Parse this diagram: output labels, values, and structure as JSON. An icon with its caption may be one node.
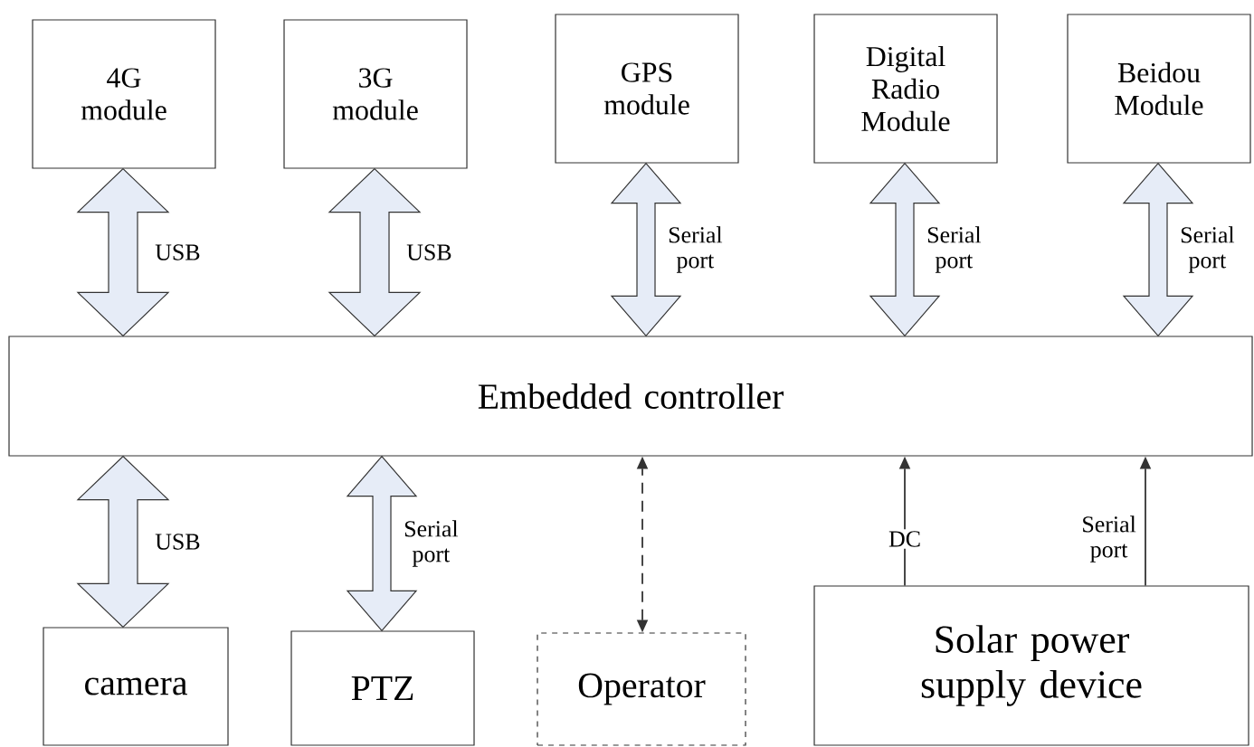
{
  "diagram": {
    "nodes": [
      {
        "text": [
          "4G module"
        ]
      },
      {
        "text": [
          "3G module"
        ]
      },
      {
        "text": [
          "GPS module"
        ]
      },
      {
        "text": [
          "Digital Radio Module"
        ]
      },
      {
        "text": [
          "Beidou Module"
        ]
      },
      {
        "text": [
          "Embedded controller"
        ]
      },
      {
        "text": [
          "camera"
        ]
      },
      {
        "text": [
          "PTZ"
        ]
      },
      {
        "text": [
          "Operator"
        ]
      },
      {
        "text": [
          "Solar power supply device"
        ]
      }
    ],
    "edges": [
      {
        "from": 0,
        "to": 5,
        "arrow": "both",
        "label": "USB",
        "style": "thick"
      },
      {
        "from": 1,
        "to": 5,
        "arrow": "both",
        "label": "USB",
        "style": "thick"
      },
      {
        "from": 2,
        "to": 5,
        "arrow": "both",
        "label": "Serial port",
        "style": "thick"
      },
      {
        "from": 3,
        "to": 5,
        "arrow": "both",
        "label": "Serial port",
        "style": "thick"
      },
      {
        "from": 4,
        "to": 5,
        "arrow": "both",
        "label": "Serial port",
        "style": "thick"
      },
      {
        "from": 6,
        "to": 5,
        "arrow": "both",
        "label": "USB",
        "style": "thick"
      },
      {
        "from": 7,
        "to": 5,
        "arrow": "both",
        "label": "Serial port",
        "style": "thick"
      },
      {
        "from": 8,
        "to": 5,
        "arrow": "both",
        "style": "dashed"
      },
      {
        "from": 9,
        "to": 5,
        "arrow": "to",
        "label": "DC"
      },
      {
        "from": 9,
        "to": 5,
        "arrow": "to",
        "label": "Serial port"
      }
    ]
  }
}
